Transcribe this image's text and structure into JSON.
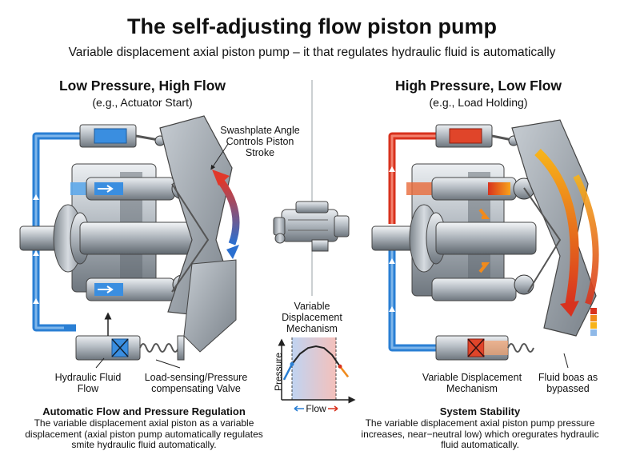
{
  "header": {
    "title": "The self-adjusting flow piston pump",
    "subtitle": "Variable displacement axial piston pump – it that regulates  hydraulic fluid is automatically"
  },
  "left_panel": {
    "heading": "Low Pressure, High Flow",
    "subheading": "(e.g., Actuator Start)",
    "swashplate_label": "Swashplate Angle Controls Piston Stroke",
    "fluid_label": "Hydraulic Fluid Flow",
    "valve_label": "Load-sensing/Pressure compensating Valve",
    "footer_title": "Automatic Flow and Pressure Regulation",
    "footer_text": "The variable displacement axial piston as a variable displacement (axial piston pump automatically regulates smite hydraulic fluid automatically."
  },
  "center": {
    "mechanism_label": "Variable Displacement Mechanism",
    "chart": {
      "ylabel": "Pressure",
      "xlabel": "Flow"
    }
  },
  "right_panel": {
    "heading": "High Pressure, Low Flow",
    "subheading": "(e.g., Load Holding)",
    "mechanism_label": "Variable Displacement Mechanism",
    "bypass_label": "Fluid boas as bypassed",
    "footer_title": "System Stability",
    "footer_text": "The variable displacement axial piston pump pressure increases,  near−neutral low) which oregurates hydraulic fluid automatically."
  },
  "colors": {
    "low_pressure_blue": "#2a7fd4",
    "high_pressure_red": "#d8321e",
    "medium_orange": "#f08a1c",
    "metal_gray": "#9aa3ab"
  },
  "chart_data": {
    "type": "line",
    "title": "",
    "xlabel": "Flow",
    "ylabel": "Pressure",
    "x": [
      0.0,
      0.1,
      0.2,
      0.3,
      0.4,
      0.5,
      0.6,
      0.7,
      0.8
    ],
    "series": [
      {
        "values": [
          0.35,
          0.62,
          0.8,
          0.9,
          0.93,
          0.9,
          0.78,
          0.58,
          0.4
        ]
      }
    ],
    "shaded_regions": [
      "blue-to-red gradient under curve"
    ],
    "grid": false
  }
}
